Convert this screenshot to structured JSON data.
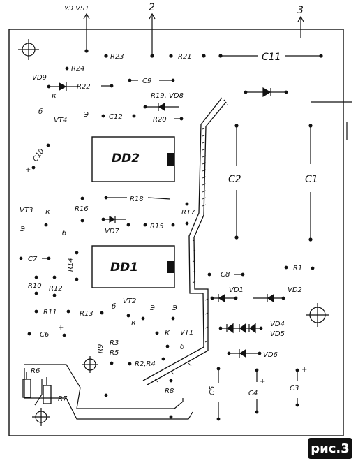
{
  "figure_label": "рис.3",
  "top_labels": {
    "uevs1": "УЭ VS1",
    "t2": "2",
    "t3": "3"
  },
  "chips": {
    "dd2": "DD2",
    "dd1": "DD1"
  },
  "capacitors": {
    "c1": "C1",
    "c2": "C2",
    "c3": "C3",
    "c4": "C4",
    "c5": "C5",
    "c6": "C6",
    "c7": "C7",
    "c8": "C8",
    "c9": "C9",
    "c10": "C10",
    "c11": "C11",
    "c12": "C12"
  },
  "resistors": {
    "r1": "R1",
    "r3": "R3",
    "r5": "R5",
    "r6": "R6",
    "r7": "R7",
    "r8": "R8",
    "r9": "R9",
    "r10": "R10",
    "r11": "R11",
    "r12": "R12",
    "r13": "R13",
    "r14": "R14",
    "r15": "R15",
    "r16": "R16",
    "r17": "R17",
    "r18": "R18",
    "r19": "R19",
    "r20": "R20",
    "r21": "R21",
    "r22": "R22",
    "r23": "R23",
    "r24": "R24",
    "r2r4": "R2,R4"
  },
  "diodes": {
    "vd1": "VD1",
    "vd2": "VD2",
    "vd4": "VD4",
    "vd5": "VD5",
    "vd6": "VD6",
    "vd7": "VD7",
    "vd8": "VD8",
    "vd9": "VD9",
    "r19vd8": "R19, VD8"
  },
  "transistors": {
    "vt1": "VT1",
    "vt2": "VT2",
    "vt3": "VT3",
    "vt4": "VT4"
  },
  "pins": {
    "e": "Э",
    "k": "К",
    "b": "б"
  },
  "polarity": {
    "plus": "+"
  }
}
